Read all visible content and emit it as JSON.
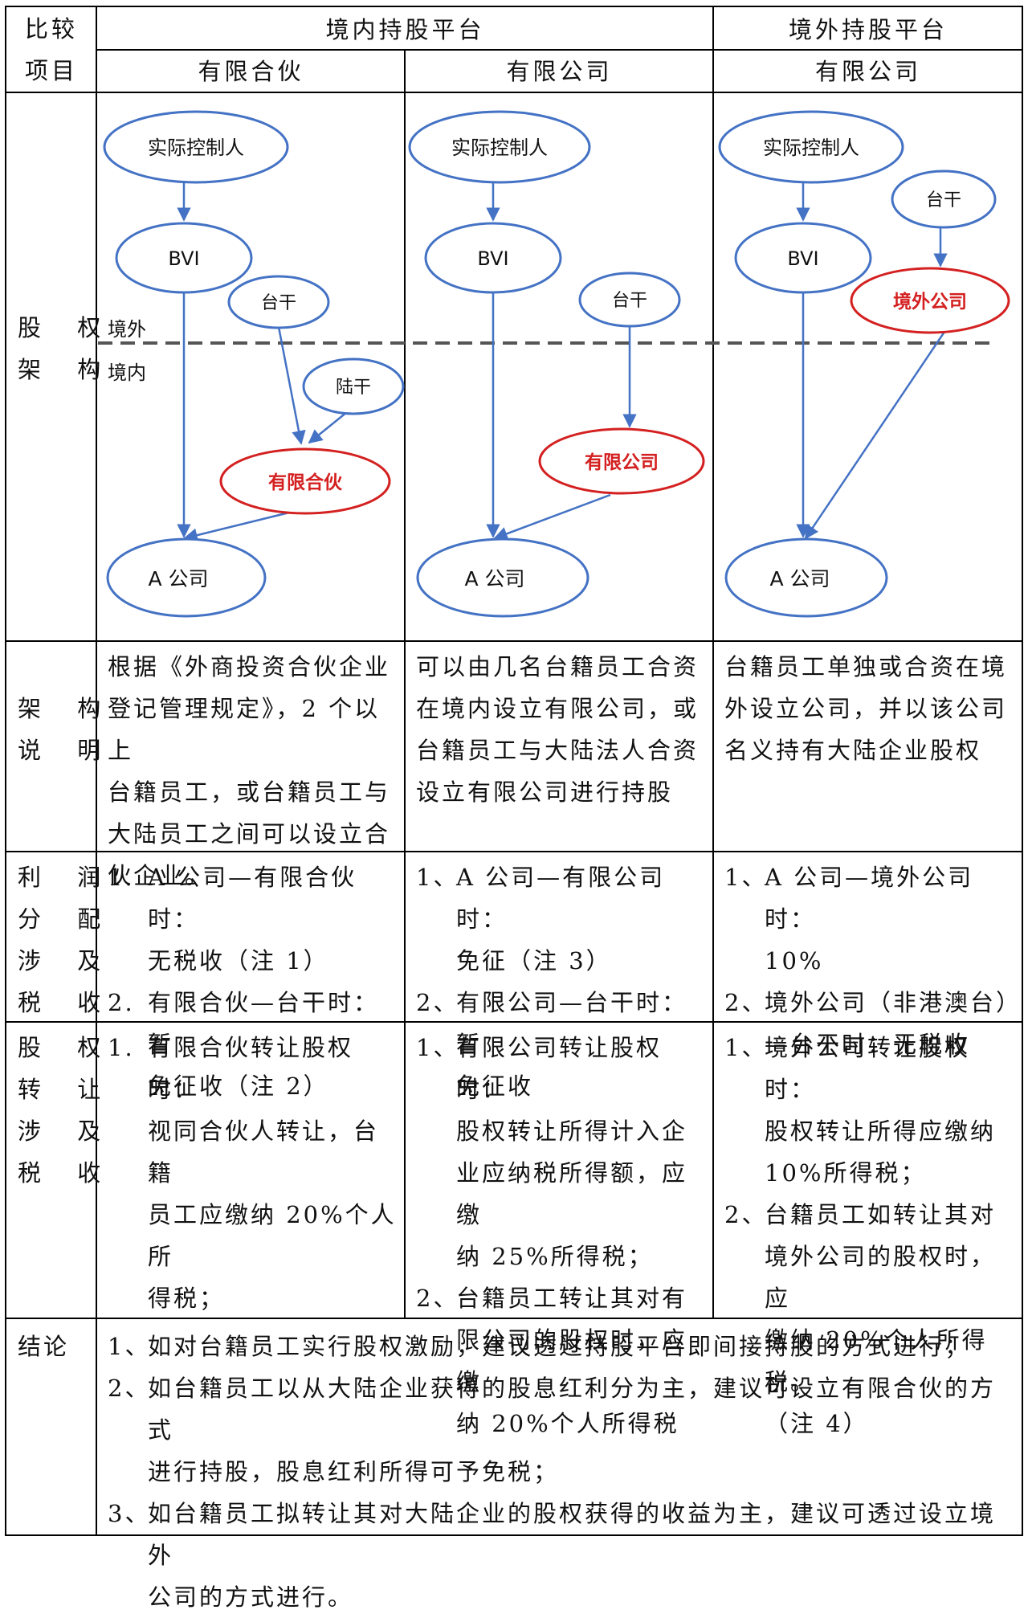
{
  "header": {
    "compare_col": [
      "比较",
      "项目"
    ],
    "domestic_platform": "境内持股平台",
    "overseas_platform": "境外持股平台",
    "col_partnership": "有限合伙",
    "col_domestic_company": "有限公司",
    "col_overseas_company": "有限公司"
  },
  "rows": {
    "structure_label": [
      "股 权",
      "架 构"
    ],
    "description_label": [
      "架 构",
      "说 明"
    ],
    "profit_label": [
      "利 润",
      "分 配",
      "涉 及",
      "税 收"
    ],
    "transfer_label": [
      "股 权",
      "转 让",
      "涉 及",
      "税 收"
    ],
    "conclusion_label": "结论"
  },
  "diagram": {
    "controller": "实际控制人",
    "bvi": "BVI",
    "tw_staff": "台干",
    "mainland_staff": "陆干",
    "partnership": "有限合伙",
    "company_a": "A 公司",
    "limited_company": "有限公司",
    "overseas_company": "境外公司",
    "overseas_label": "境外",
    "domestic_label": "境内",
    "colors": {
      "node_stroke": "#4472c4",
      "highlight": "#d42020",
      "arrow": "#4472c4"
    }
  },
  "description": {
    "partnership": [
      "根据《外商投资合伙企业",
      "登记管理规定》，2 个以上",
      "台籍员工，或台籍员工与",
      "大陆员工之间可以设立合",
      "伙企业。"
    ],
    "domestic_company": [
      "可以由几名台籍员工合资",
      "在境内设立有限公司，或",
      "台籍员工与大陆法人合资",
      "设立有限公司进行持股"
    ],
    "overseas_company": [
      "台籍员工单独或合资在境",
      "外设立公司，并以该公司",
      "名义持有大陆企业股权"
    ]
  },
  "profit": {
    "partnership": [
      {
        "num": "1.",
        "lines": [
          "A 公司—有限合伙时：",
          "无税收（注 1）"
        ]
      },
      {
        "num": "2.",
        "lines": [
          "有限合伙—台干时：暂",
          "免征收（注 2）"
        ]
      }
    ],
    "domestic_company": [
      {
        "num": "1、",
        "lines": [
          "A 公司—有限公司时：",
          "免征（注 3）"
        ]
      },
      {
        "num": "2、",
        "lines": [
          "有限公司—台干时：暂",
          "免征收"
        ]
      }
    ],
    "overseas_company": [
      {
        "num": "1、",
        "lines": [
          "A 公司—境外公司时：",
          "10%"
        ]
      },
      {
        "num": "2、",
        "lines": [
          "境外公司（非港澳台）",
          "—台干时：无税收"
        ]
      }
    ]
  },
  "transfer": {
    "partnership": [
      {
        "num": "1.",
        "lines": [
          "有限合伙转让股权时：",
          "视同合伙人转让，台籍",
          "员工应缴纳 20%个人所",
          "得税；"
        ]
      }
    ],
    "domestic_company": [
      {
        "num": "1、",
        "lines": [
          "有限公司转让股权时：",
          "股权转让所得计入企",
          "业应纳税所得额，应缴",
          "纳 25%所得税；"
        ]
      },
      {
        "num": "2、",
        "lines": [
          "台籍员工转让其对有",
          "限公司的股权时，应缴",
          "纳 20%个人所得税"
        ]
      }
    ],
    "overseas_company": [
      {
        "num": "1、",
        "lines": [
          "境外公司转让股权时：",
          "股权转让所得应缴纳",
          "10%所得税；"
        ]
      },
      {
        "num": "2、",
        "lines": [
          "台籍员工如转让其对",
          "境外公司的股权时，应",
          "缴纳 20%个人所得税。",
          "（注 4）"
        ]
      }
    ]
  },
  "conclusion": [
    {
      "num": "1、",
      "lines": [
        "如对台籍员工实行股权激励，建议透过持股平台即间接持股的方式进行；"
      ]
    },
    {
      "num": "2、",
      "lines": [
        "如台籍员工以从大陆企业获得的股息红利分为主，建议可设立有限合伙的方式",
        "进行持股，股息红利所得可予免税；"
      ]
    },
    {
      "num": "3、",
      "lines": [
        "如台籍员工拟转让其对大陆企业的股权获得的收益为主，建议可透过设立境外",
        "公司的方式进行。"
      ]
    }
  ]
}
